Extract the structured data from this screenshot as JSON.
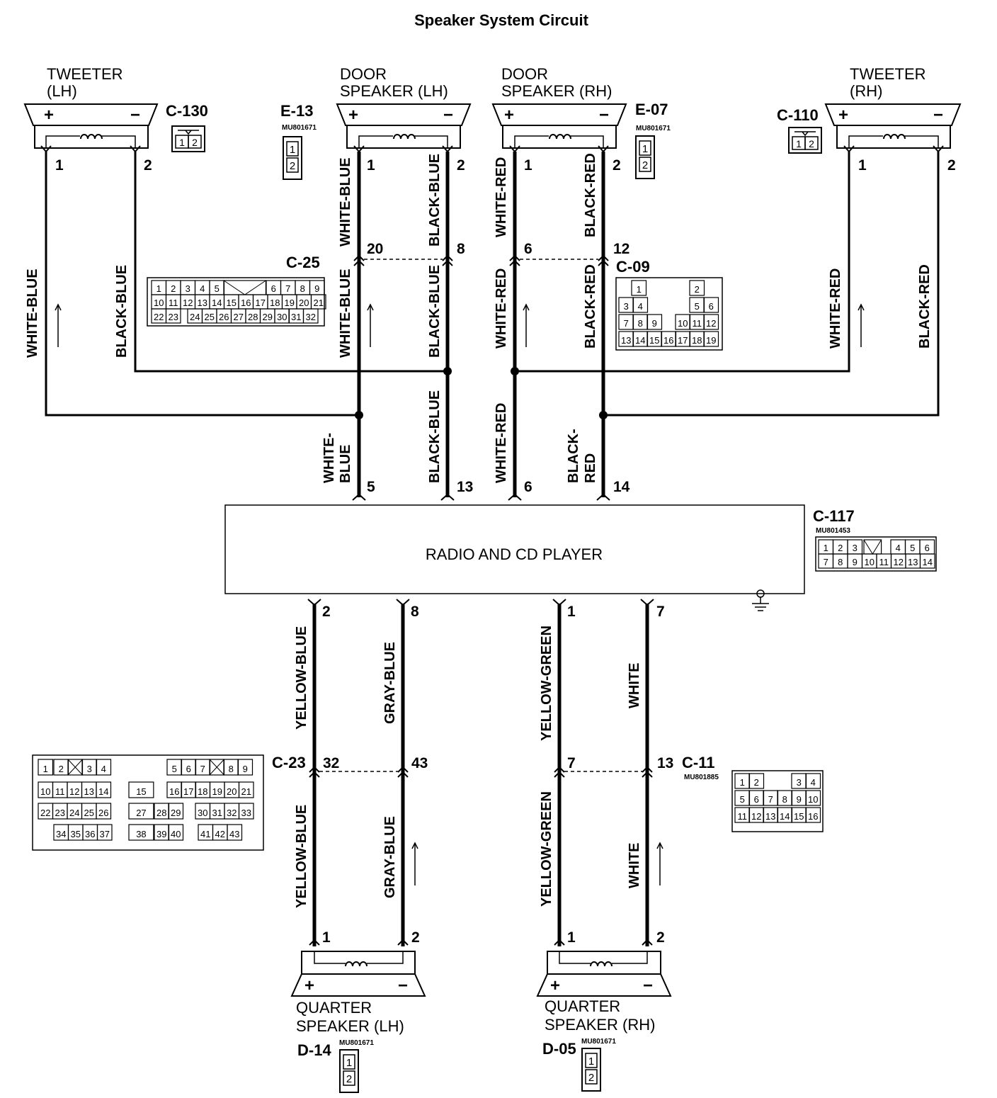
{
  "title": "Speaker System Circuit",
  "speakers": {
    "tweeter_lh": {
      "line1": "TWEETER",
      "line2": "(LH)",
      "connector": "C-130",
      "pin_pos": "1",
      "pin_neg": "2"
    },
    "door_lh": {
      "line1": "DOOR",
      "line2": "SPEAKER (LH)",
      "connector": "E-13",
      "part_no": "MU801671",
      "pin_pos": "1",
      "pin_neg": "2"
    },
    "door_rh": {
      "line1": "DOOR",
      "line2": "SPEAKER (RH)",
      "connector": "E-07",
      "part_no": "MU801671",
      "pin_pos": "1",
      "pin_neg": "2"
    },
    "tweeter_rh": {
      "line1": "TWEETER",
      "line2": "(RH)",
      "connector": "C-110",
      "pin_pos": "1",
      "pin_neg": "2"
    },
    "quarter_lh": {
      "line1": "QUARTER",
      "line2": "SPEAKER (LH)",
      "connector": "D-14",
      "part_no": "MU801671",
      "pin_pos": "1",
      "pin_neg": "2"
    },
    "quarter_rh": {
      "line1": "QUARTER",
      "line2": "SPEAKER (RH)",
      "connector": "D-05",
      "part_no": "MU801671",
      "pin_pos": "1",
      "pin_neg": "2"
    }
  },
  "signs": {
    "plus": "+",
    "minus": "−"
  },
  "radio": {
    "label": "RADIO AND CD PLAYER",
    "connector": "C-117",
    "part_no": "MU801453"
  },
  "connectors": {
    "c25": {
      "name": "C-25",
      "pin_a": "20",
      "pin_b": "8"
    },
    "c09": {
      "name": "C-09",
      "pin_a": "6",
      "pin_b": "12"
    },
    "c23": {
      "name": "C-23",
      "pin_a": "32",
      "pin_b": "43"
    },
    "c11": {
      "name": "C-11",
      "part_no": "MU801885",
      "pin_a": "7",
      "pin_b": "13"
    }
  },
  "radio_pins": {
    "wb": "5",
    "bb": "13",
    "wr": "6",
    "br": "14",
    "yb": "2",
    "gb": "8",
    "yg": "1",
    "w": "7"
  },
  "wires": {
    "white_blue": "WHITE-BLUE",
    "black_blue": "BLACK-BLUE",
    "white_red": "WHITE-RED",
    "black_red": "BLACK-RED",
    "white_hyph": "WHITE-",
    "blue": "BLUE",
    "black_hyph": "BLACK-",
    "red": "RED",
    "yellow_blue": "YELLOW-BLUE",
    "gray_blue": "GRAY-BLUE",
    "yellow_green": "YELLOW-GREEN",
    "white": "WHITE"
  },
  "icons": {
    "ground": "ground-icon",
    "arrow": "arrow-up-icon",
    "coil": "coil-icon"
  }
}
